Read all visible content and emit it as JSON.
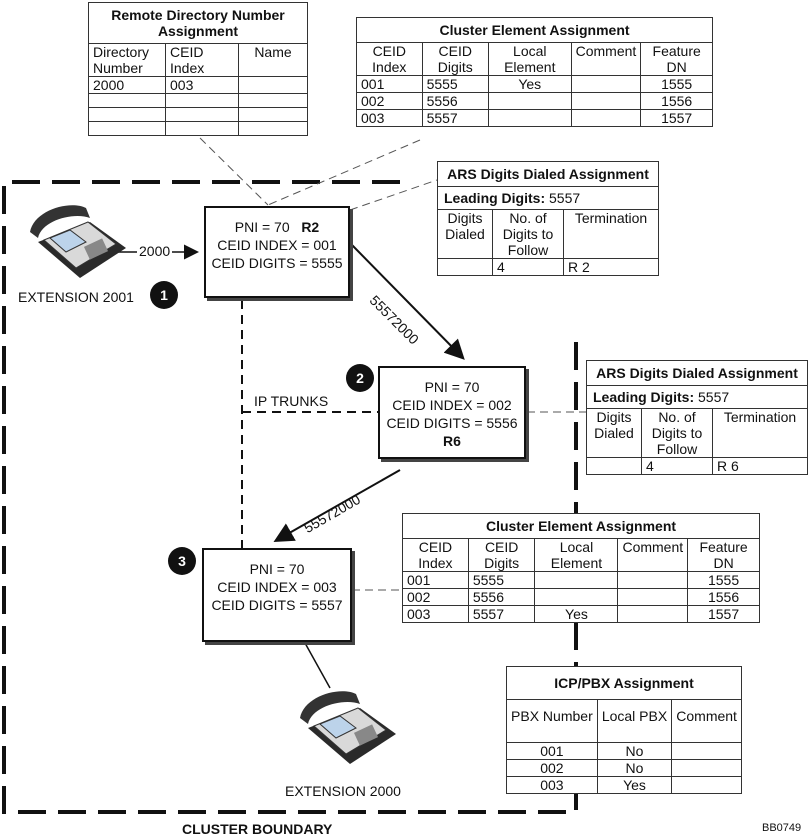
{
  "remote_dn": {
    "title": "Remote Directory Number Assignment",
    "headers": [
      "Directory Number",
      "CEID Index",
      "Name"
    ],
    "rows": [
      [
        "2000",
        "003",
        ""
      ],
      [
        "",
        "",
        ""
      ],
      [
        "",
        "",
        ""
      ],
      [
        "",
        "",
        ""
      ]
    ]
  },
  "cluster_top": {
    "title": "Cluster Element Assignment",
    "headers": [
      "CEID Index",
      "CEID Digits",
      "Local Element",
      "Comment",
      "Feature DN"
    ],
    "rows": [
      [
        "001",
        "5555",
        "Yes",
        "",
        "1555"
      ],
      [
        "002",
        "5556",
        "",
        "",
        "1556"
      ],
      [
        "003",
        "5557",
        "",
        "",
        "1557"
      ]
    ]
  },
  "ars1": {
    "title": "ARS Digits Dialed Assignment",
    "leading_label": "Leading Digits:",
    "leading_value": "5557",
    "headers": [
      "Digits Dialed",
      "No. of Digits to Follow",
      "Termination"
    ],
    "row": [
      "",
      "4",
      "R 2"
    ]
  },
  "ars2": {
    "title": "ARS Digits Dialed Assignment",
    "leading_label": "Leading Digits:",
    "leading_value": "5557",
    "headers": [
      "Digits Dialed",
      "No. of Digits to Follow",
      "Termination"
    ],
    "row": [
      "",
      "4",
      "R 6"
    ]
  },
  "cluster_bottom": {
    "title": "Cluster Element Assignment",
    "headers": [
      "CEID Index",
      "CEID Digits",
      "Local Element",
      "Comment",
      "Feature DN"
    ],
    "rows": [
      [
        "001",
        "5555",
        "",
        "",
        "1555"
      ],
      [
        "002",
        "5556",
        "",
        "",
        "1556"
      ],
      [
        "003",
        "5557",
        "Yes",
        "",
        "1557"
      ]
    ]
  },
  "icp": {
    "title": "ICP/PBX Assignment",
    "headers": [
      "PBX Number",
      "Local PBX",
      "Comment"
    ],
    "rows": [
      [
        "001",
        "No",
        ""
      ],
      [
        "002",
        "No",
        ""
      ],
      [
        "003",
        "Yes",
        ""
      ]
    ]
  },
  "node1": {
    "pni": "PNI = 70",
    "route": "R2",
    "index": "CEID INDEX = 001",
    "digits": "CEID DIGITS = 5555",
    "badge": "1"
  },
  "node2": {
    "pni": "PNI = 70",
    "index": "CEID INDEX = 002",
    "digits": "CEID DIGITS = 5556",
    "route": "R6",
    "badge": "2"
  },
  "node3": {
    "pni": "PNI = 70",
    "index": "CEID INDEX = 003",
    "digits": "CEID DIGITS = 5557",
    "badge": "3"
  },
  "labels": {
    "ext2001": "EXTENSION 2001",
    "ext2000": "EXTENSION 2000",
    "dial": "2000",
    "arrow1": "55572000",
    "arrow2": "55572000",
    "ip_trunks": "IP TRUNKS",
    "cluster_boundary": "CLUSTER BOUNDARY",
    "figure_id": "BB0749"
  }
}
